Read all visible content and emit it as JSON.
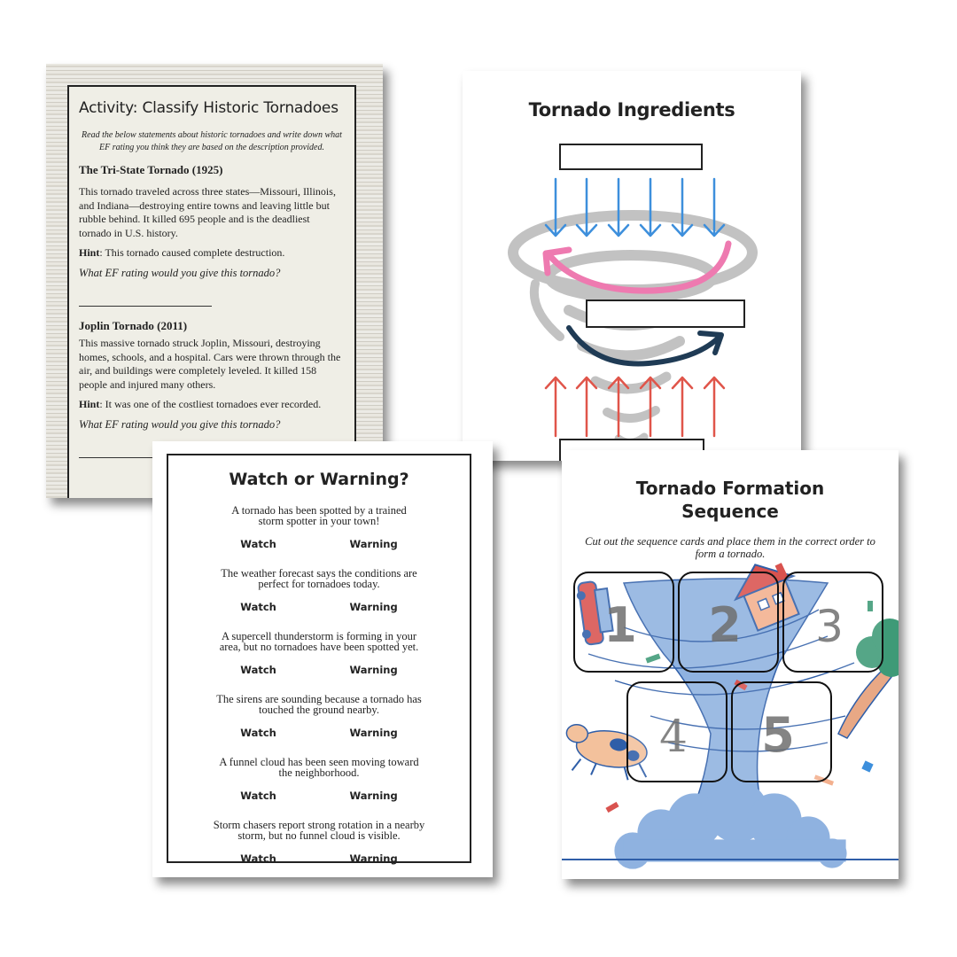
{
  "classify": {
    "title": "Activity: Classify Historic Tornadoes",
    "intro": "Read the below statements about historic tornadoes and write down what EF rating you think they are based on the description provided.",
    "t1_title": "The Tri-State Tornado (1925)",
    "t1_body": "This tornado traveled across three states—Missouri, Illinois, and Indiana—destroying entire towns and leaving little but rubble behind. It killed 695 people and is the deadliest tornado in U.S. history.",
    "t1_hint_label": "Hint",
    "t1_hint": ": This tornado caused complete destruction.",
    "t1_question": "What EF rating would you give this tornado?",
    "t2_title": "Joplin Tornado (2011)",
    "t2_body": "This massive tornado struck Joplin, Missouri, destroying homes, schools, and a hospital. Cars were thrown through the air, and buildings were completely leveled. It killed 158 people and injured many others.",
    "t2_hint_label": "Hint",
    "t2_hint": ": It was one of the costliest tornadoes ever recorded.",
    "t2_question": "What EF rating would you give this tornado?"
  },
  "ingredients": {
    "title": "Tornado Ingredients",
    "down_arrow_color": "#3d8fdc",
    "up_arrow_color": "#e0554a",
    "rotation_color": "#ee7ab0",
    "rotation2_color": "#1f3b55"
  },
  "watch": {
    "title": "Watch or Warning?",
    "watch_label": "Watch",
    "warning_label": "Warning",
    "items": [
      {
        "line1": "A tornado has been spotted by a trained",
        "line2": "storm spotter in your town!"
      },
      {
        "line1": "The weather forecast says the conditions are",
        "line2": "perfect for tornadoes today."
      },
      {
        "line1": "A supercell thunderstorm is forming in your",
        "line2": "area, but no tornadoes have been spotted yet."
      },
      {
        "line1": "The sirens are sounding because a tornado has",
        "line2": "touched the ground nearby."
      },
      {
        "line1": "A funnel cloud has been seen moving toward",
        "line2": "the neighborhood."
      },
      {
        "line1": "Storm chasers report strong rotation in a nearby",
        "line2": "storm, but no funnel cloud is visible."
      }
    ]
  },
  "formation": {
    "title_line1": "Tornado Formation",
    "title_line2": "Sequence",
    "subtitle": "Cut out the sequence cards and place them in the correct order to form a tornado.",
    "cards": [
      "1",
      "2",
      "3",
      "4",
      "5"
    ],
    "funnel_color": "#8fb2e0",
    "ink_color": "#2f5ea8"
  }
}
